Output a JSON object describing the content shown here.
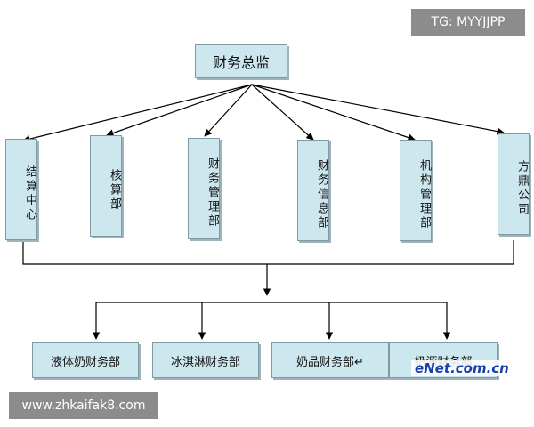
{
  "diagram": {
    "root": {
      "label": "财务总监"
    },
    "level1": [
      {
        "label": "结算中心"
      },
      {
        "label": "核算部"
      },
      {
        "label": "财务管理部"
      },
      {
        "label": "财务信息部"
      },
      {
        "label": "机构管理部"
      },
      {
        "label": "方鼎公司"
      }
    ],
    "level2": [
      {
        "label": "液体奶财务部"
      },
      {
        "label": "冰淇淋财务部"
      },
      {
        "label": "奶品财务部↵"
      },
      {
        "label": "奶源财务部"
      }
    ]
  },
  "watermarks": {
    "top_right": "TG: MYYJJPP",
    "bottom_left": "www.zhkaifak8.com",
    "logo": "eNet.com.cn"
  },
  "colors": {
    "node_fill": "#cde7ee",
    "node_border": "#7f9aa2",
    "line": "#000000",
    "watermark_bg": "#8c8c8c",
    "logo_text": "#1a3fa8"
  }
}
